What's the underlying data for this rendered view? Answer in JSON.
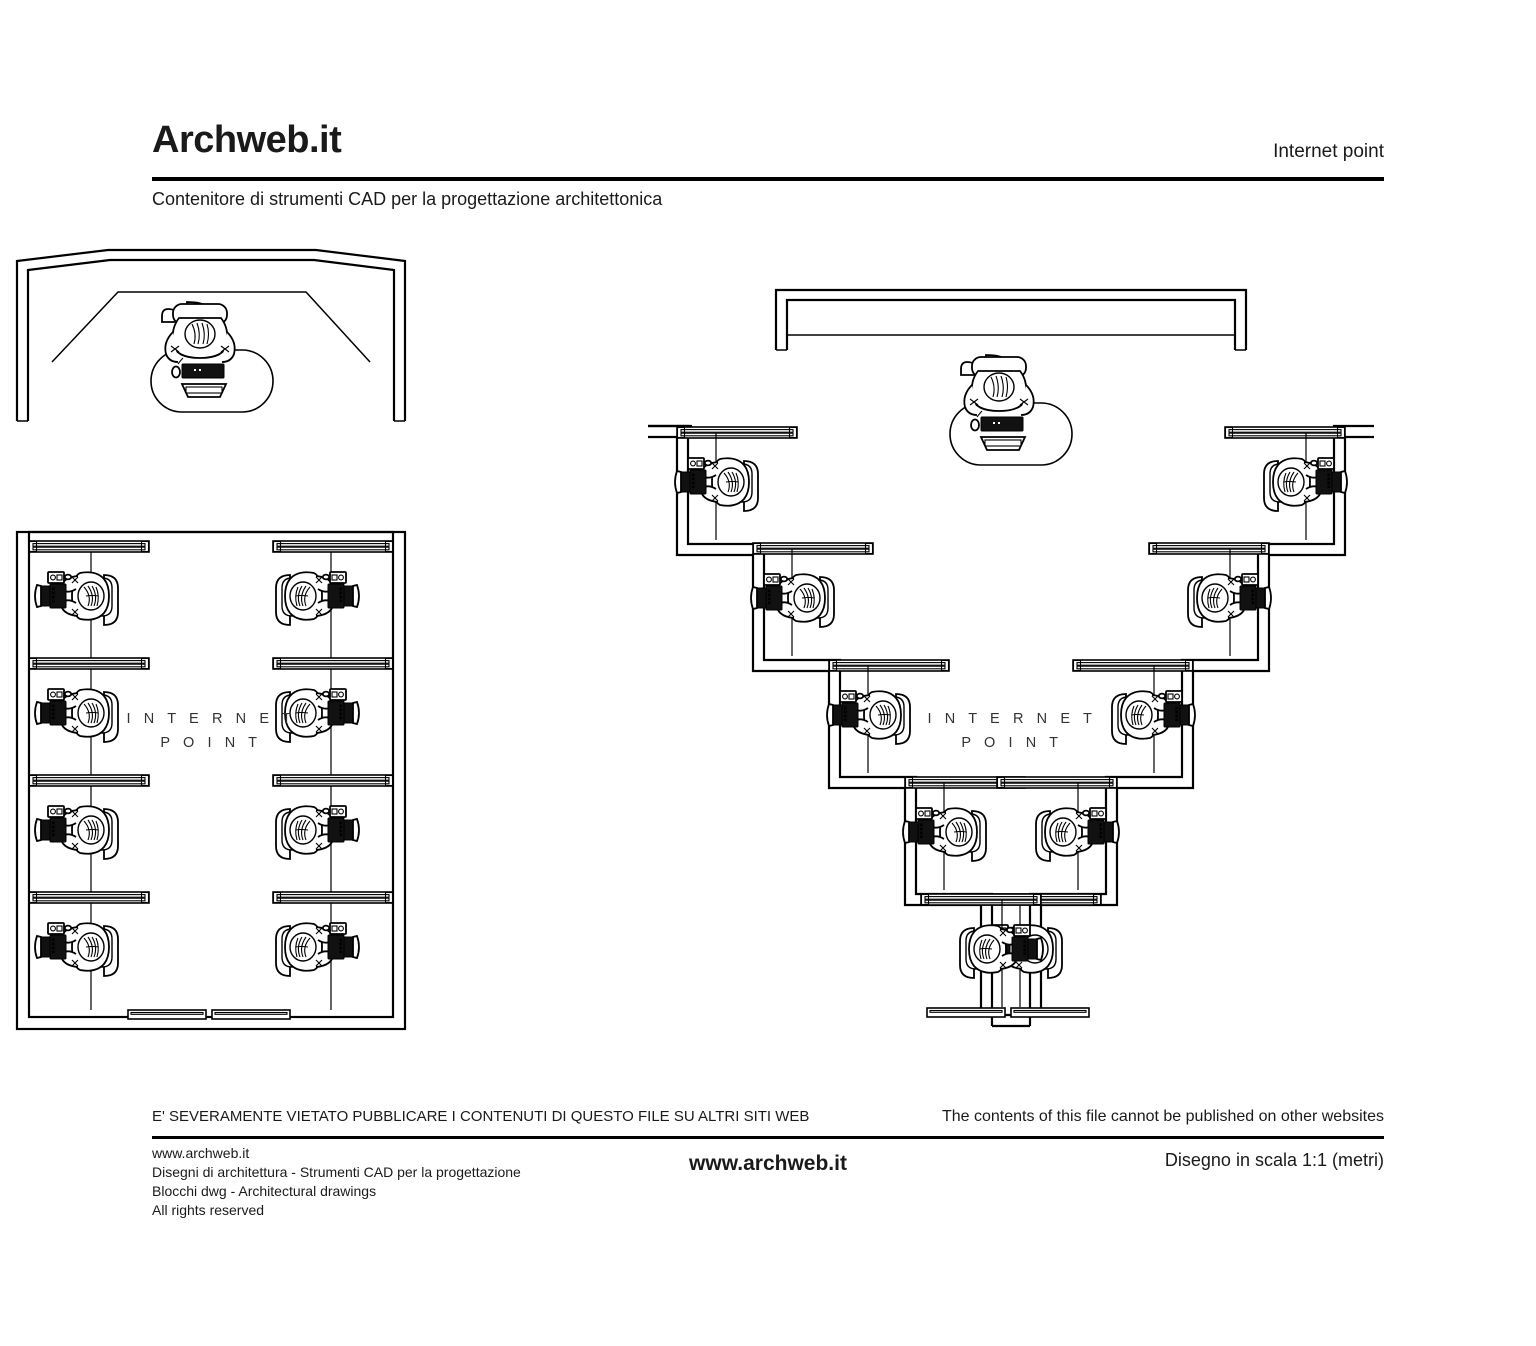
{
  "header": {
    "brand": "Archweb.it",
    "subtitle": "Contenitore di strumenti CAD per la progettazione architettonica",
    "sheet_title": "Internet point"
  },
  "drawing": {
    "plan_left": {
      "name": "internet-point-rectangular-plan",
      "label_line1": "I N T E R N E T",
      "label_line2": "P O I N T",
      "workstations": 8,
      "reception_desks": 1
    },
    "plan_right": {
      "name": "internet-point-stepped-plan",
      "label_line1": "I N T E R N E T",
      "label_line2": "P O I N T",
      "workstations": 10,
      "reception_desks": 1
    }
  },
  "footer": {
    "notice_it": "E' SEVERAMENTE VIETATO PUBBLICARE I CONTENUTI DI QUESTO FILE SU ALTRI SITI WEB",
    "notice_en": "The contents of this file cannot be published on other websites",
    "left_line1": "www.archweb.it",
    "left_line2": "Disegni di architettura - Strumenti CAD  per la progettazione",
    "left_line3": "Blocchi dwg - Architectural drawings",
    "left_line4": "All rights reserved",
    "center_url": "www.archweb.it",
    "scale": "Disegno in scala 1:1 (metri)"
  },
  "colors": {
    "ink": "#000000",
    "paper": "#ffffff",
    "label_gray": "#333333"
  }
}
